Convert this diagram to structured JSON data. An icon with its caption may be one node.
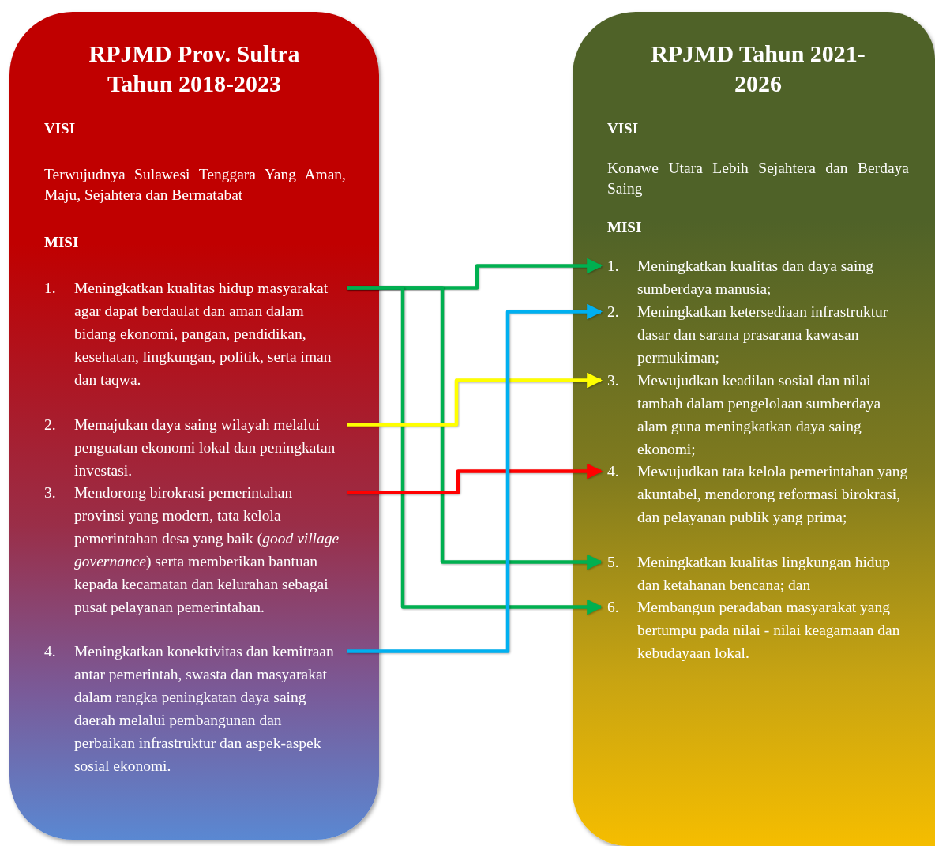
{
  "diagram": {
    "nodes": [
      {
        "text": [
          "RPJMD Prov. Sultra Tahun 2018-2023",
          "VISI",
          "Terwujudnya Sulawesi Tenggara Yang Aman, Maju, Sejahtera dan Bermatabat",
          "MISI"
        ]
      },
      {
        "text": [
          "1.",
          "Meningkatkan kualitas hidup masyarakat agar dapat berdaulat dan aman dalam bidang ekonomi, pangan, pendidikan, kesehatan, lingkungan, politik, serta iman dan taqwa."
        ],
        "in": 0
      },
      {
        "text": [
          "2.",
          "Memajukan daya saing wilayah melalui penguatan ekonomi lokal dan peningkatan investasi."
        ],
        "in": 0
      },
      {
        "text": [
          "3.",
          "Mendorong birokrasi pemerintahan provinsi yang modern, tata kelola pemerintahan desa yang baik (*good village governance*) serta memberikan bantuan kepada kecamatan dan kelurahan sebagai pusat pelayanan pemerintahan."
        ],
        "in": 0
      },
      {
        "text": [
          "4.",
          "Meningkatkan konektivitas dan kemitraan antar pemerintah, swasta dan masyarakat dalam rangka peningkatan daya saing daerah melalui pembangunan dan perbaikan infrastruktur dan aspek-aspek sosial ekonomi."
        ],
        "in": 0
      },
      {
        "text": [
          "RPJMD Tahun 2021-2026",
          "VISI",
          "Konawe Utara Lebih Sejahtera dan Berdaya Saing",
          "MISI"
        ]
      },
      {
        "text": [
          "1.",
          "Meningkatkan kualitas dan daya saing sumberdaya manusia;"
        ],
        "in": 5
      },
      {
        "text": [
          "2.",
          "Meningkatkan ketersediaan infrastruktur dasar dan sarana prasarana kawasan permukiman;"
        ],
        "in": 5
      },
      {
        "text": [
          "3.",
          "Mewujudkan keadilan sosial dan nilai tambah dalam pengelolaan sumberdaya alam guna meningkatkan daya saing ekonomi;"
        ],
        "in": 5
      },
      {
        "text": [
          "4.",
          "Mewujudkan tata kelola pemerintahan yang akuntabel, mendorong reformasi birokrasi, dan pelayanan publik yang prima;"
        ],
        "in": 5
      },
      {
        "text": [
          "5.",
          "Meningkatkan kualitas lingkungan hidup dan ketahanan bencana; dan"
        ],
        "in": 5
      },
      {
        "text": [
          "6.",
          "Membangun peradaban masyarakat yang bertumpu pada nilai - nilai keagamaan dan kebudayaan lokal."
        ],
        "in": 5
      }
    ],
    "edges": [
      {
        "from": 1,
        "to": 6,
        "arrow": "to"
      },
      {
        "from": 1,
        "to": 10,
        "arrow": "to"
      },
      {
        "from": 1,
        "to": 11,
        "arrow": "to"
      },
      {
        "from": 2,
        "to": 8,
        "arrow": "to",
        "color": "#ffff00"
      },
      {
        "from": 3,
        "to": 9,
        "arrow": "to",
        "color": "#ff0000"
      },
      {
        "from": 4,
        "to": 7,
        "arrow": "to",
        "color": "#00b0f0"
      }
    ]
  }
}
